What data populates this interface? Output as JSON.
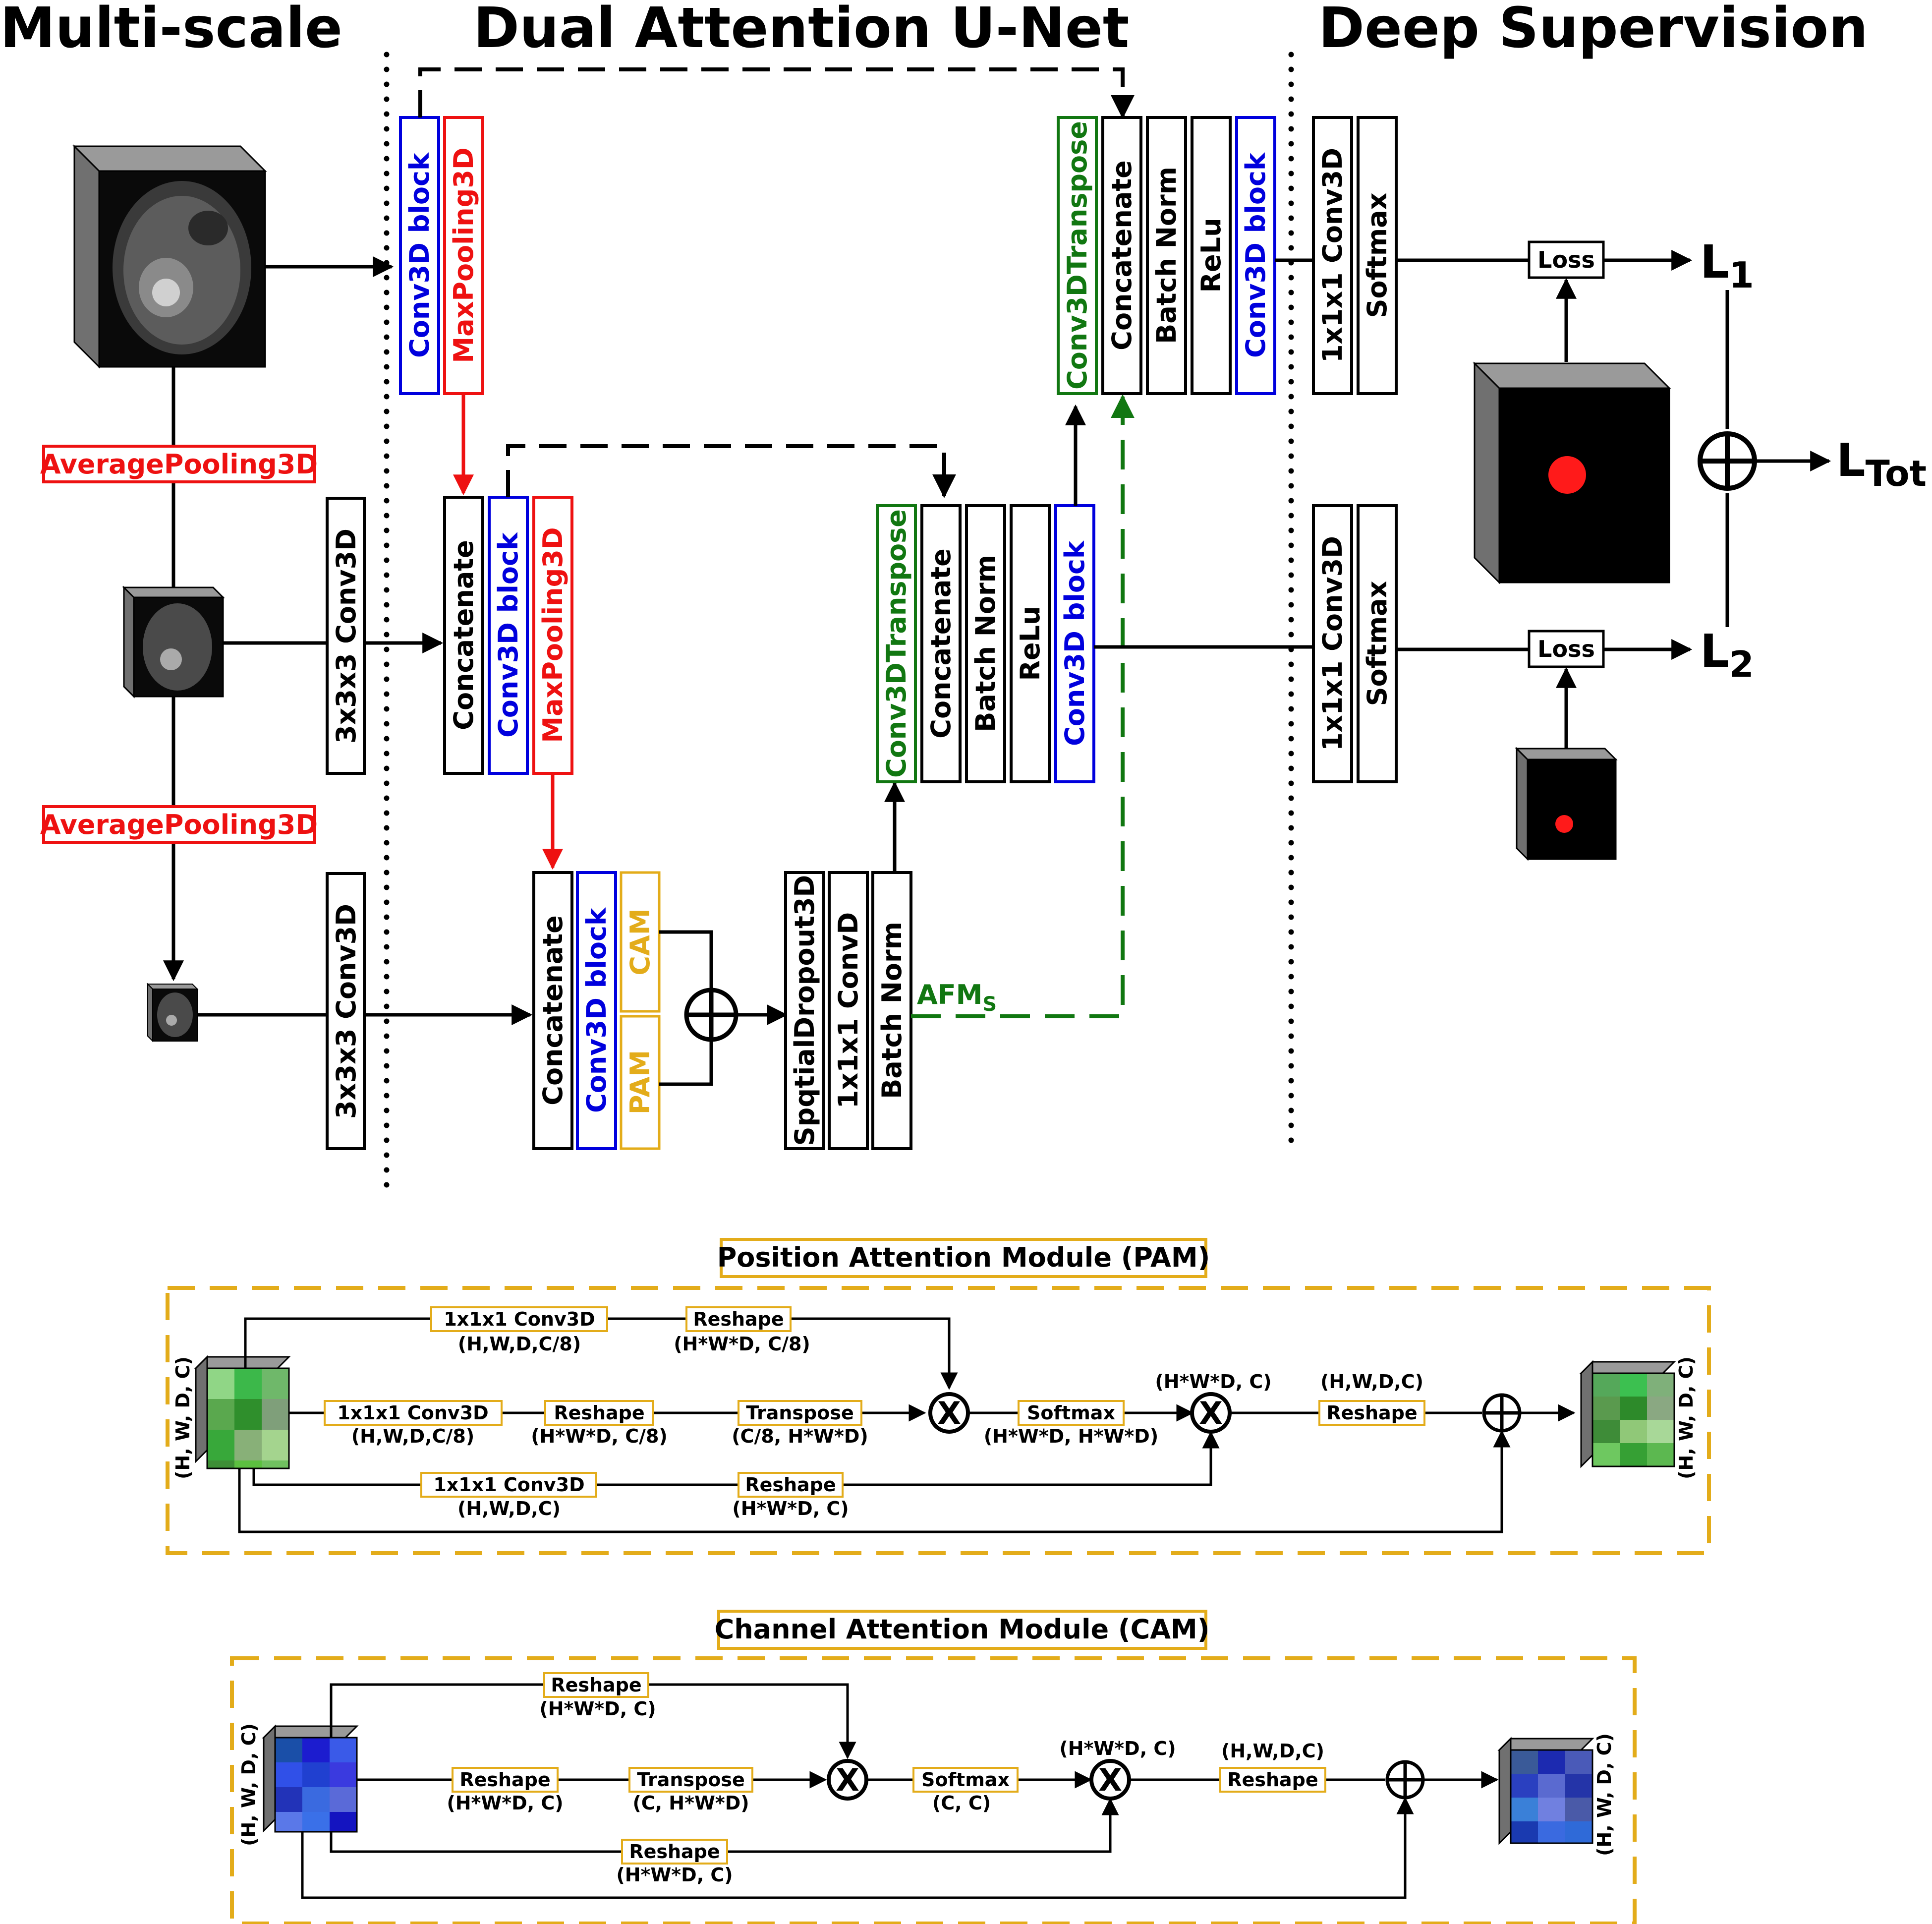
{
  "headers": {
    "left": "Multi-scale",
    "center": "Dual Attention U-Net",
    "right": "Deep Supervision"
  },
  "colors": {
    "black": "#000000",
    "red": "#ee1111",
    "blue": "#0000dd",
    "green": "#117711",
    "gold": "#e3ac1a"
  },
  "unet": {
    "enc1": {
      "conv": "Conv3D block",
      "pool": "MaxPooling3D"
    },
    "enc2": {
      "concat": "Concatenate",
      "conv": "Conv3D block",
      "pool": "MaxPooling3D"
    },
    "enc3": {
      "concat": "Concatenate",
      "conv": "Conv3D block",
      "cam": "CAM",
      "pam": "PAM"
    },
    "bottleneck": {
      "dropout": "SpqtialDropout3D",
      "conv": "1x1x1 ConvD",
      "bn": "Batch Norm"
    },
    "afm_main": "AFM",
    "afm_sub": "S",
    "dec2": {
      "transpose": "Conv3DTranspose",
      "concat": "Concatenate",
      "bn": "Batch Norm",
      "relu": "ReLu",
      "conv": "Conv3D block"
    },
    "dec1": {
      "transpose": "Conv3DTranspose",
      "concat": "Concatenate",
      "bn": "Batch Norm",
      "relu": "ReLu",
      "conv": "Conv3D block"
    }
  },
  "multiscale": {
    "avgpool1": "AveragePooling3D",
    "avgpool2": "AveragePooling3D",
    "conv_mid": "3x3x3 Conv3D",
    "conv_low": "3x3x3 Conv3D"
  },
  "supervision": {
    "head1": {
      "conv": "1x1x1 Conv3D",
      "softmax": "Softmax"
    },
    "head2": {
      "conv": "1x1x1 Conv3D",
      "softmax": "Softmax"
    },
    "loss1": "Loss",
    "loss2": "Loss",
    "l1_main": "L",
    "l1_sub": "1",
    "l2_main": "L",
    "l2_sub": "2",
    "ltot_main": "L",
    "ltot_sub": "Tot"
  },
  "pam": {
    "title": "Position Attention Module (PAM)",
    "input_dim": "(H, W, D, C)",
    "output_dim": "(H, W, D, C)",
    "top_conv": "1x1x1 Conv3D",
    "top_conv_dim": "(H,W,D,C/8)",
    "top_reshape": "Reshape",
    "top_reshape_dim": "(H*W*D, C/8)",
    "mid_conv": "1x1x1 Conv3D",
    "mid_conv_dim": "(H,W,D,C/8)",
    "mid_reshape": "Reshape",
    "mid_reshape_dim": "(H*W*D, C/8)",
    "mid_transpose": "Transpose",
    "mid_transpose_dim": "(C/8, H*W*D)",
    "softmax": "Softmax",
    "softmax_dim": "(H*W*D, H*W*D)",
    "after_mult_dim": "(H*W*D, C)",
    "out_reshape_dim_top": "(H,W,D,C)",
    "out_reshape": "Reshape",
    "bot_conv": "1x1x1 Conv3D",
    "bot_conv_dim": "(H,W,D,C)",
    "bot_reshape": "Reshape",
    "bot_reshape_dim": "(H*W*D, C)"
  },
  "cam": {
    "title": "Channel Attention Module (CAM)",
    "input_dim": "(H, W, D, C)",
    "output_dim": "(H, W, D, C)",
    "top_reshape": "Reshape",
    "top_reshape_dim": "(H*W*D, C)",
    "mid_reshape": "Reshape",
    "mid_reshape_dim": "(H*W*D, C)",
    "mid_transpose": "Transpose",
    "mid_transpose_dim": "(C, H*W*D)",
    "softmax": "Softmax",
    "softmax_dim": "(C, C)",
    "after_mult_dim": "(H*W*D, C)",
    "out_reshape_dim_top": "(H,W,D,C)",
    "out_reshape": "Reshape",
    "bot_reshape": "Reshape",
    "bot_reshape_dim": "(H*W*D, C)"
  }
}
